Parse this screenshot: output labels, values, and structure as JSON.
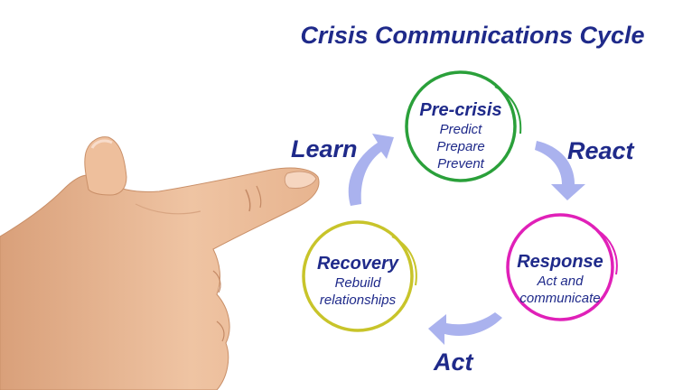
{
  "title": "Crisis Communications Cycle",
  "nodes": {
    "precrisis": {
      "heading": "Pre-crisis",
      "lines": [
        "Predict",
        "Prepare",
        "Prevent"
      ],
      "color": "#2aa03a"
    },
    "response": {
      "heading": "Response",
      "lines": [
        "Act and",
        "communicate"
      ],
      "color": "#e020b8"
    },
    "recovery": {
      "heading": "Recovery",
      "lines": [
        "Rebuild",
        "relationships"
      ],
      "color": "#c8c42a"
    }
  },
  "phases": {
    "learn": "Learn",
    "react": "React",
    "act": "Act"
  },
  "colors": {
    "text": "#1f2a8a",
    "arrow": "#aab2ee",
    "skin": "#e8b896"
  },
  "icons": {
    "hand": "pointing-hand-icon"
  }
}
